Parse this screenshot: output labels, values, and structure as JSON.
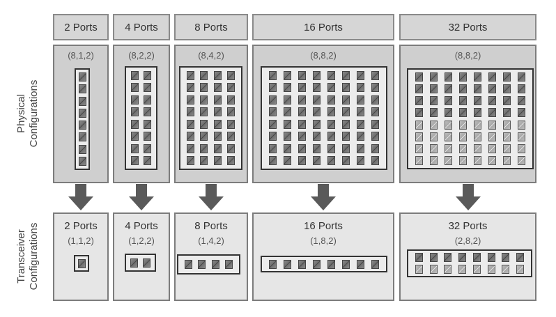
{
  "row_labels": {
    "physical": [
      "Physical",
      "Configurations"
    ],
    "transceiver": [
      "Transceiver",
      "Configurations"
    ]
  },
  "columns": [
    {
      "header": "2 Ports",
      "physical": {
        "tuple": "(8,1,2)",
        "rows": 8,
        "cols": 1,
        "dark_rows": 8
      },
      "transceiver": {
        "title": "2 Ports",
        "tuple": "(1,1,2)",
        "rows": 1,
        "cols": 1,
        "dark_rows": 1
      }
    },
    {
      "header": "4 Ports",
      "physical": {
        "tuple": "(8,2,2)",
        "rows": 8,
        "cols": 2,
        "dark_rows": 8
      },
      "transceiver": {
        "title": "4 Ports",
        "tuple": "(1,2,2)",
        "rows": 1,
        "cols": 2,
        "dark_rows": 1
      }
    },
    {
      "header": "8 Ports",
      "physical": {
        "tuple": "(8,4,2)",
        "rows": 8,
        "cols": 4,
        "dark_rows": 8
      },
      "transceiver": {
        "title": "8 Ports",
        "tuple": "(1,4,2)",
        "rows": 1,
        "cols": 4,
        "dark_rows": 1
      }
    },
    {
      "header": "16 Ports",
      "physical": {
        "tuple": "(8,8,2)",
        "rows": 8,
        "cols": 8,
        "dark_rows": 8
      },
      "transceiver": {
        "title": "16 Ports",
        "tuple": "(1,8,2)",
        "rows": 1,
        "cols": 8,
        "dark_rows": 1
      }
    },
    {
      "header": "32 Ports",
      "physical": {
        "tuple": "(8,8,2)",
        "rows": 8,
        "cols": 8,
        "dark_rows": 4
      },
      "transceiver": {
        "title": "32 Ports",
        "tuple": "(2,8,2)",
        "rows": 2,
        "cols": 8,
        "dark_rows": 1
      }
    }
  ],
  "colors": {
    "arrow": "#5a5a5a"
  }
}
